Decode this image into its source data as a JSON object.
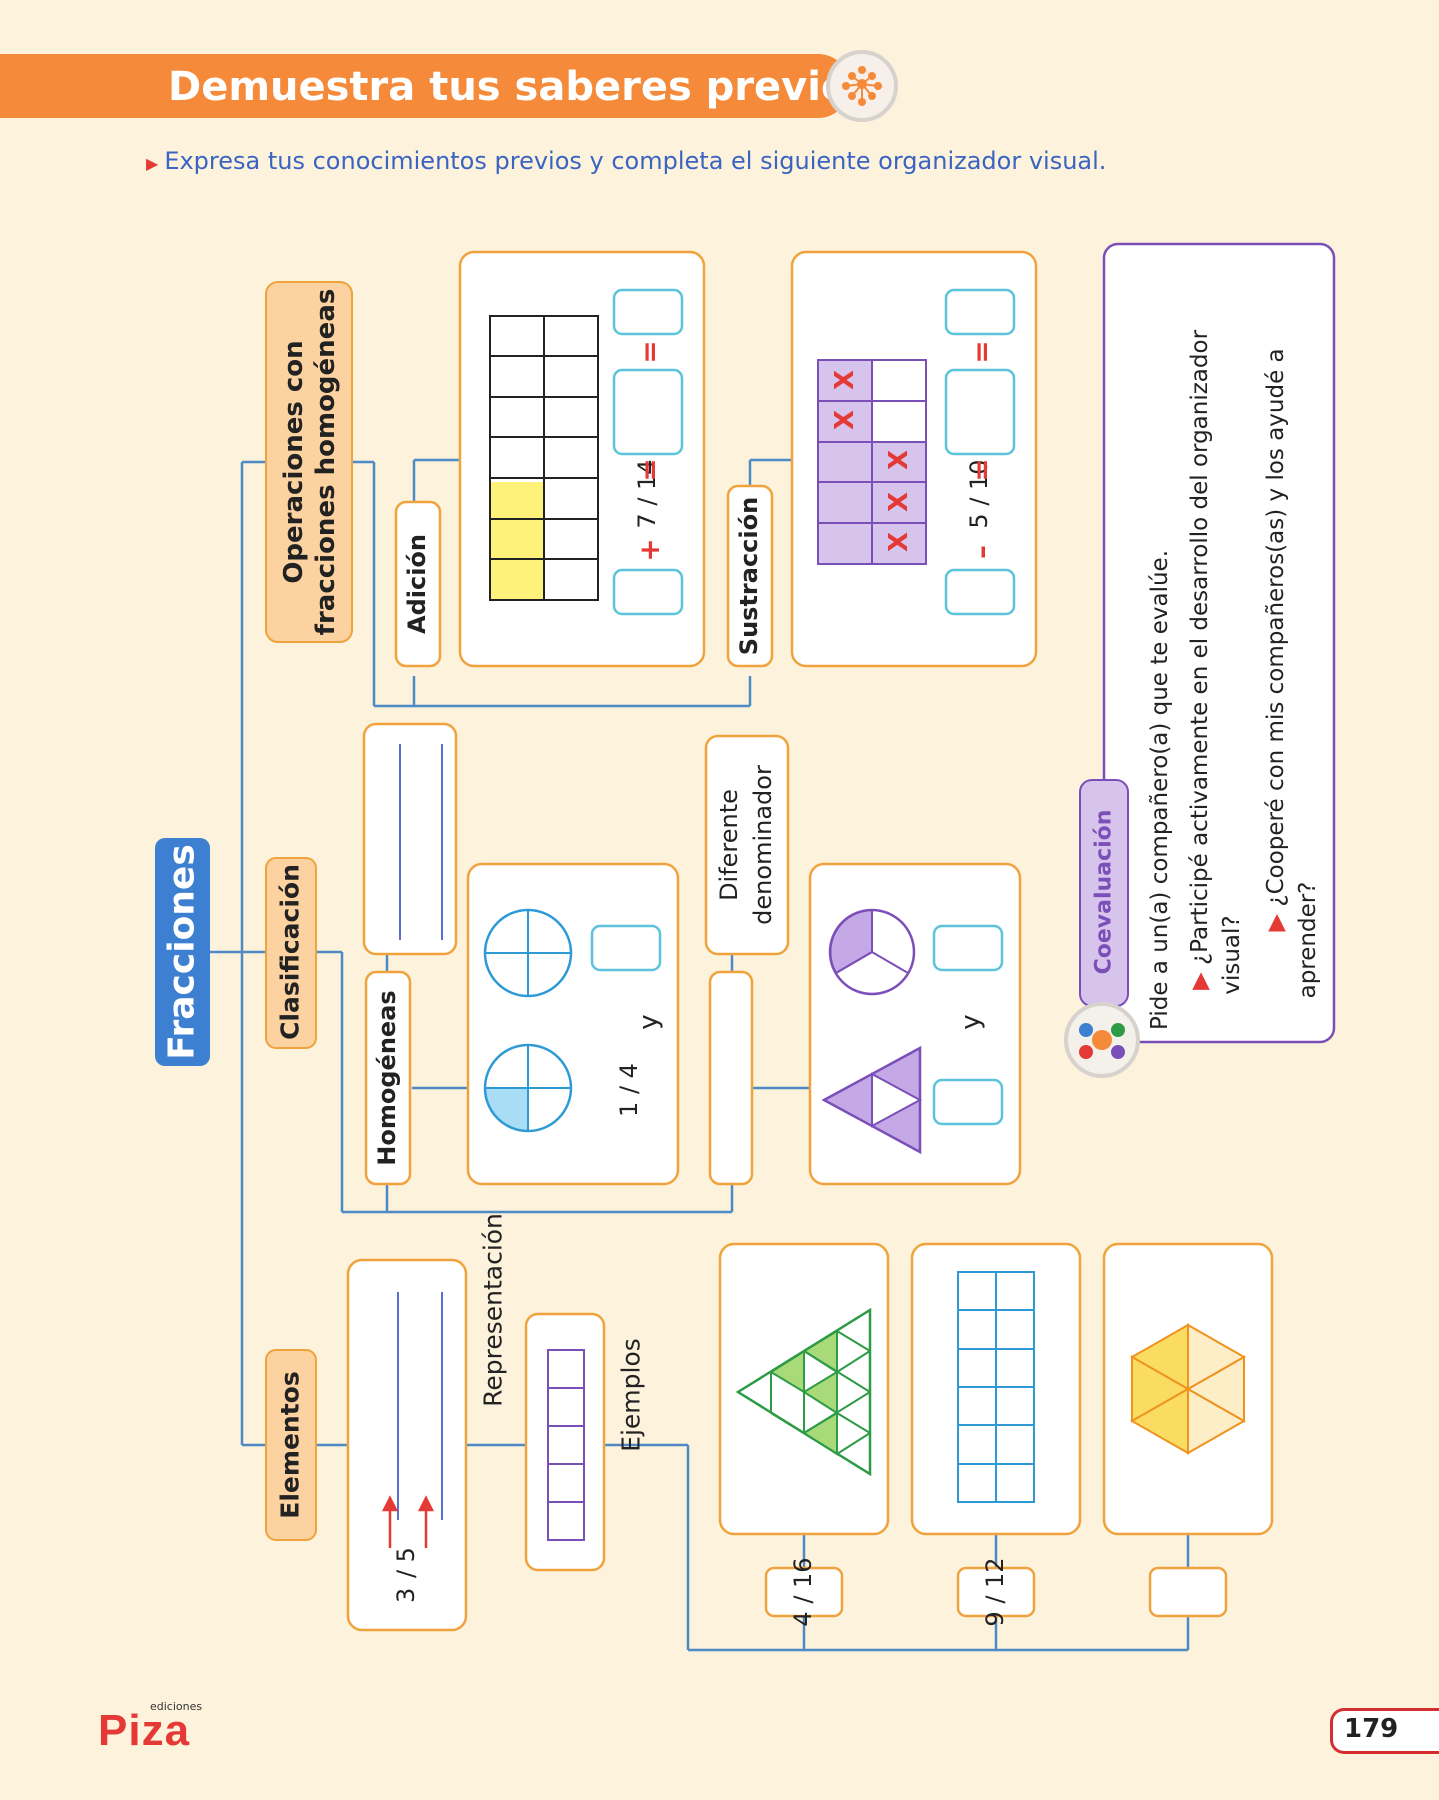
{
  "header": {
    "title": "Demuestra tus saberes previos"
  },
  "instruction": "Expresa tus conocimientos previos y completa el siguiente organizador visual.",
  "organizer": {
    "root": "Fracciones",
    "branches": {
      "elementos": "Elementos",
      "clasificacion": "Clasificación",
      "operaciones": "Operaciones con fracciones homogéneas"
    },
    "operaciones_line1": "Operaciones con",
    "operaciones_line2": "fracciones homogéneas",
    "representacion": "Representación",
    "ejemplos": "Ejemplos",
    "homogeneas": "Homogéneas",
    "diferente_line1": "Diferente",
    "diferente_line2": "denominador",
    "adicion": "Adición",
    "sustraccion": "Sustracción",
    "connector_y": "y",
    "fractions": {
      "elements": {
        "num": "3",
        "den": "5"
      },
      "example1": {
        "num": "4",
        "den": "16"
      },
      "example2": {
        "num": "9",
        "den": "12"
      },
      "homogeneas": {
        "num": "1",
        "den": "4"
      },
      "adicion": {
        "num": "7",
        "den": "14"
      },
      "sustraccion": {
        "num": "5",
        "den": "10"
      }
    },
    "operators": {
      "plus": "+",
      "minus": "–",
      "equals": "="
    },
    "cross_mark": "X"
  },
  "coevaluacion": {
    "title": "Coevaluación",
    "intro": "Pide a un(a) compañero(a) que te evalúe.",
    "items": [
      {
        "line1": "¿Participé activamente en el desarrollo del organizador",
        "line2": "visual?"
      },
      {
        "line1": "¿Cooperé con mis compañeros(as) y los ayudé a",
        "line2": "aprender?"
      }
    ]
  },
  "footer": {
    "publisher_small": "ediciones",
    "publisher": "Piza",
    "page_number": "179"
  },
  "colors": {
    "orange": "#f58a3a",
    "box_border": "#f0a33c",
    "peach": "#fbd2a0",
    "blue_line": "#4d8ac6",
    "root_blue": "#3d7fd0",
    "purple": "#7b4fb8",
    "lavender": "#d6c4ec",
    "yellow": "#fef27a",
    "green": "#2e9b46",
    "light_green": "#a8da7a",
    "red": "#e53935",
    "cyan_box": "#5bc3dc"
  }
}
